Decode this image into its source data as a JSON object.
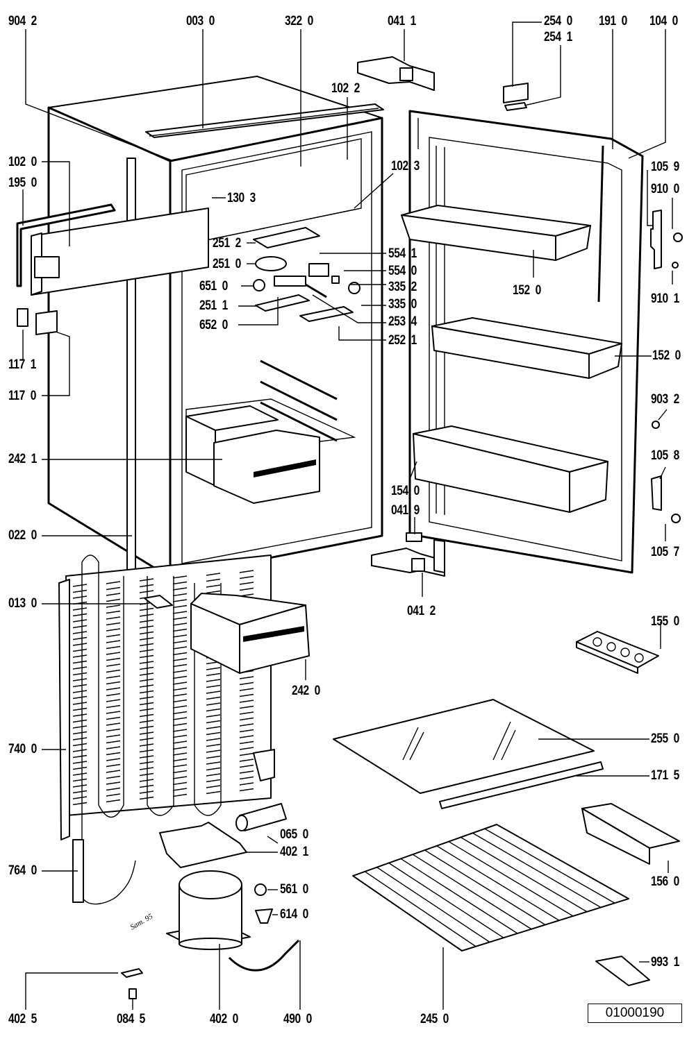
{
  "diagram": {
    "title": "Refrigerator exploded parts diagram",
    "reference_number": "01000190",
    "colors": {
      "ink": "#000000",
      "paper": "#ffffff"
    },
    "labels": [
      {
        "id": "904-2",
        "text": "904  2",
        "part": "cabinet-top-trim"
      },
      {
        "id": "003-0",
        "text": "003  0",
        "part": "top-cover-rail"
      },
      {
        "id": "322-0",
        "text": "322  0",
        "part": "inner-bracket"
      },
      {
        "id": "041-1",
        "text": "041  1",
        "part": "upper-hinge"
      },
      {
        "id": "254-0",
        "text": "254  0",
        "part": "door-stop-block"
      },
      {
        "id": "254-1",
        "text": "254  1",
        "part": "door-stop-plate"
      },
      {
        "id": "191-0",
        "text": "191  0",
        "part": "door-gasket"
      },
      {
        "id": "104-0",
        "text": "104  0",
        "part": "door"
      },
      {
        "id": "102-2",
        "text": "102  2",
        "part": "plug"
      },
      {
        "id": "102-3",
        "text": "102  3",
        "part": "clip"
      },
      {
        "id": "102-0",
        "text": "102  0",
        "part": "front-panel"
      },
      {
        "id": "195-0",
        "text": "195  0",
        "part": "panel-frame"
      },
      {
        "id": "130-3",
        "text": "130  3",
        "part": "wall-clip"
      },
      {
        "id": "105-9",
        "text": "105  9",
        "part": "door-handle-plate"
      },
      {
        "id": "910-0",
        "text": "910  0",
        "part": "screw"
      },
      {
        "id": "910-1",
        "text": "910  1",
        "part": "small-screw"
      },
      {
        "id": "251-2",
        "text": "251  2",
        "part": "lamp-housing"
      },
      {
        "id": "251-0",
        "text": "251  0",
        "part": "lamp-cover"
      },
      {
        "id": "554-1",
        "text": "554  1",
        "part": "spring-clip"
      },
      {
        "id": "554-0",
        "text": "554  0",
        "part": "thermostat"
      },
      {
        "id": "651-0",
        "text": "651  0",
        "part": "light-bulb"
      },
      {
        "id": "335-2",
        "text": "335  2",
        "part": "shaft"
      },
      {
        "id": "335-0",
        "text": "335  0",
        "part": "knob"
      },
      {
        "id": "251-1",
        "text": "251  1",
        "part": "lamp-diffuser"
      },
      {
        "id": "253-4",
        "text": "253  4",
        "part": "rod"
      },
      {
        "id": "652-0",
        "text": "652  0",
        "part": "lamp-socket"
      },
      {
        "id": "252-1",
        "text": "252  1",
        "part": "drip-tray"
      },
      {
        "id": "152-0a",
        "text": "152  0",
        "part": "door-shelf-upper"
      },
      {
        "id": "152-0b",
        "text": "152  0",
        "part": "door-shelf-middle"
      },
      {
        "id": "117-1",
        "text": "117  1",
        "part": "hinge-pin-cover"
      },
      {
        "id": "117-0",
        "text": "117  0",
        "part": "hinge-cover"
      },
      {
        "id": "903-2",
        "text": "903  2",
        "part": "nut"
      },
      {
        "id": "242-1",
        "text": "242  1",
        "part": "crisper-upper"
      },
      {
        "id": "105-8",
        "text": "105  8",
        "part": "handle-bracket"
      },
      {
        "id": "154-0",
        "text": "154  0",
        "part": "door-shelf-lower"
      },
      {
        "id": "041-9",
        "text": "041  9",
        "part": "hinge-spacer"
      },
      {
        "id": "105-7",
        "text": "105  7",
        "part": "handle-screw"
      },
      {
        "id": "022-0",
        "text": "022  0",
        "part": "drain-tube"
      },
      {
        "id": "041-2",
        "text": "041  2",
        "part": "lower-hinge"
      },
      {
        "id": "013-0",
        "text": "013  0",
        "part": "condenser-clip"
      },
      {
        "id": "155-0",
        "text": "155  0",
        "part": "egg-tray"
      },
      {
        "id": "242-0",
        "text": "242  0",
        "part": "crisper-lower"
      },
      {
        "id": "740-0",
        "text": "740  0",
        "part": "condenser"
      },
      {
        "id": "255-0",
        "text": "255  0",
        "part": "glass-shelf"
      },
      {
        "id": "171-5",
        "text": "171  5",
        "part": "shelf-trim"
      },
      {
        "id": "065-0",
        "text": "065  0",
        "part": "filter-drier"
      },
      {
        "id": "402-1",
        "text": "402  1",
        "part": "compressor-bracket"
      },
      {
        "id": "764-0",
        "text": "764  0",
        "part": "capillary-tube"
      },
      {
        "id": "156-0",
        "text": "156  0",
        "part": "ice-tray"
      },
      {
        "id": "561-0",
        "text": "561  0",
        "part": "relay"
      },
      {
        "id": "614-0",
        "text": "614  0",
        "part": "overload-protector"
      },
      {
        "id": "993-1",
        "text": "993  1",
        "part": "scraper"
      },
      {
        "id": "402-5",
        "text": "402  5",
        "part": "clip-washer"
      },
      {
        "id": "084-5",
        "text": "084  5",
        "part": "grommet"
      },
      {
        "id": "402-0",
        "text": "402  0",
        "part": "compressor"
      },
      {
        "id": "490-0",
        "text": "490  0",
        "part": "power-cord"
      },
      {
        "id": "245-0",
        "text": "245  0",
        "part": "wire-shelf"
      }
    ],
    "handwritten_note": "Sam. 95"
  }
}
